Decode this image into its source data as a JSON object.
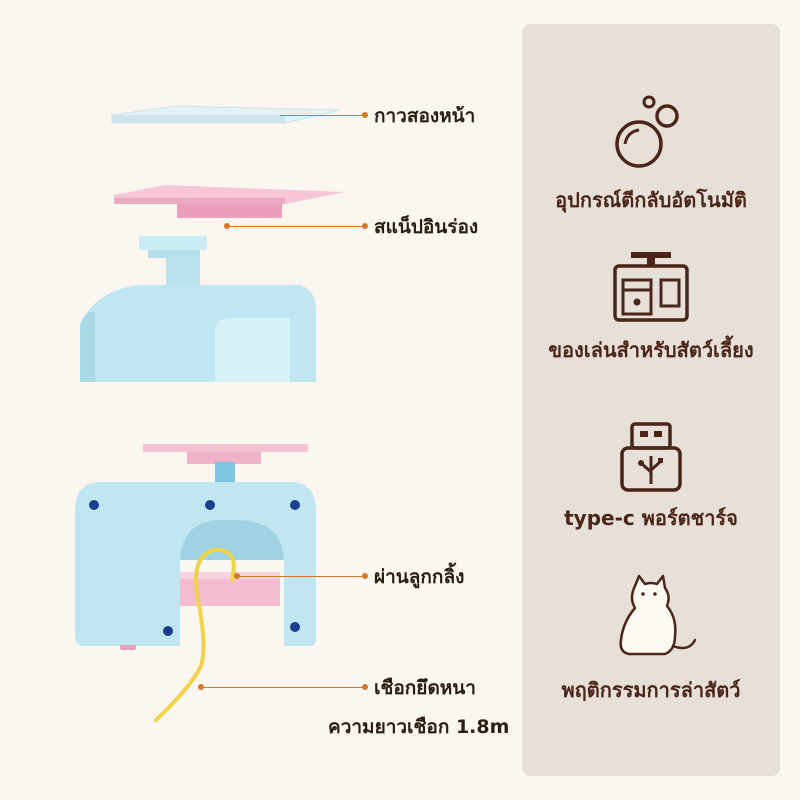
{
  "callouts": [
    "กาวสองหน้า",
    "สแน็ปอินร่อง",
    "ผ่านลูกกลิ้ง",
    "เชือกยึดหนา"
  ],
  "rope_length_note": "ความยาวเชือก 1.8m",
  "features": [
    {
      "icon": "bubbles-icon",
      "label": "อุปกรณ์ตีกลับอัตโนมัติ"
    },
    {
      "icon": "pet-toy-drawer-icon",
      "label": "ของเล่นสำหรับสัตว์เลี้ยง"
    },
    {
      "icon": "usb-charger-icon",
      "label": "type-c พอร์ตชาร์จ"
    },
    {
      "icon": "cat-icon",
      "label": "พฤติกรรมการล่าสัตว์"
    }
  ],
  "colors": {
    "background": "#fbf7f0",
    "panel": "#e7e0d8",
    "accent_line": "#d27a2a",
    "feature_text": "#4a2518",
    "device_blue": "#bfe6f1",
    "device_pink": "#f3bcd0",
    "rope": "#f0d24b"
  }
}
